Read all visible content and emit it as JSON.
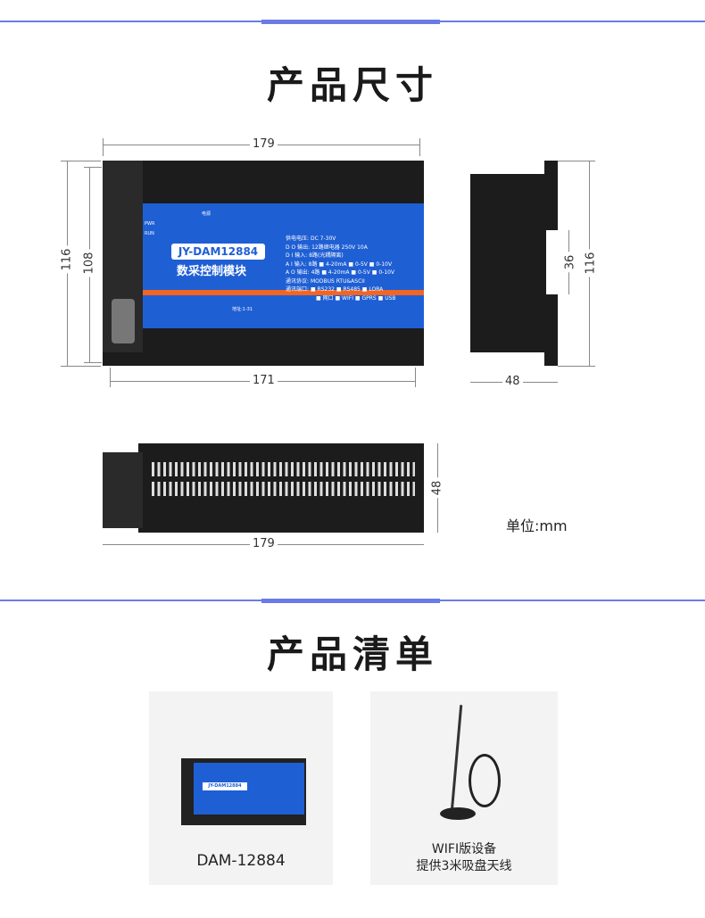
{
  "section1": {
    "title": "产品尺寸"
  },
  "front_view": {
    "dims": {
      "width_total": "179",
      "width_inner": "171",
      "height_total": "116",
      "height_inner": "108"
    },
    "device": {
      "model": "JY-DAM12884",
      "name": "数采控制模块",
      "led_pwr": "PWR",
      "led_run": "RUN",
      "power_label": "电源",
      "address_label": "地址:1-31",
      "specs": [
        {
          "k": "供电电压:",
          "v": "DC 7-30V"
        },
        {
          "k": "D O 输出:",
          "v": "12路继电器 250V 10A"
        },
        {
          "k": "D I 输入:",
          "v": "8路(光耦隔离)"
        },
        {
          "k": "A I 输入:",
          "v": "8路 ■ 4-20mA ■ 0-5V ■ 0-10V"
        },
        {
          "k": "A O 输出:",
          "v": "4路 ■ 4-20mA ■ 0-5V ■ 0-10V"
        },
        {
          "k": "通讯协议:",
          "v": "MODBUS RTU&ASCII"
        },
        {
          "k": "通讯端口:",
          "v": "■ RS232 ■ RS485 ■ LORA"
        },
        {
          "k": "",
          "v": "■ 网口 ■ WIFI ■ GPRS ■ USB"
        }
      ]
    }
  },
  "side_view": {
    "dims": {
      "height": "116",
      "rail": "36",
      "depth": "48"
    }
  },
  "bottom_view": {
    "dims": {
      "width": "179",
      "height": "48"
    }
  },
  "unit_label": "单位:mm",
  "section2": {
    "title": "产品清单"
  },
  "items": [
    {
      "label": "DAM-12884",
      "thumb_model": "JY-DAM12884"
    },
    {
      "label_line1": "WIFI版设备",
      "label_line2": "提供3米吸盘天线"
    }
  ]
}
